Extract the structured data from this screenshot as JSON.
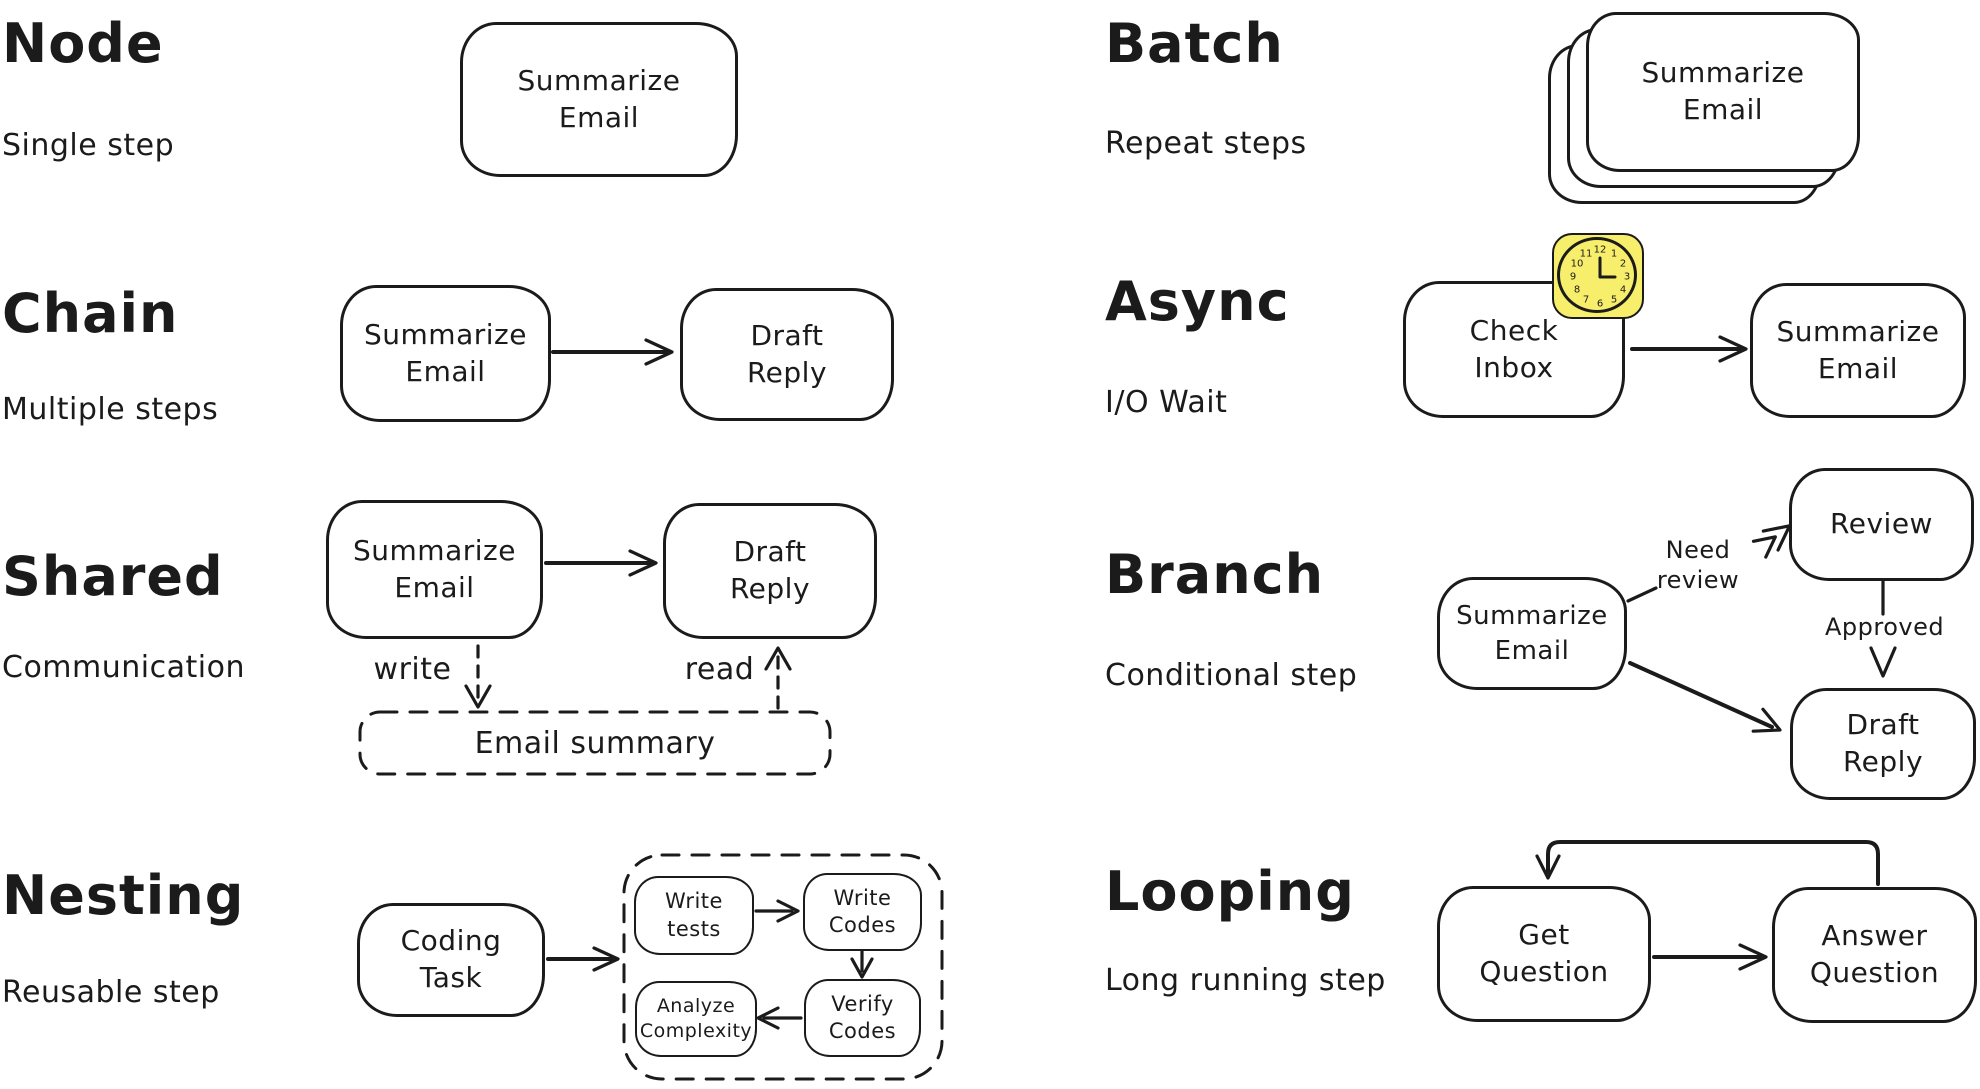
{
  "colors": {
    "background": "#ffffff",
    "ink": "#1b1b1b",
    "clock_yellow": "#f7ee6b"
  },
  "sections": {
    "node": {
      "title": "Node",
      "subtitle": "Single step",
      "boxes": {
        "summarize_email": "Summarize\nEmail"
      }
    },
    "chain": {
      "title": "Chain",
      "subtitle": "Multiple steps",
      "boxes": {
        "summarize_email": "Summarize\nEmail",
        "draft_reply": "Draft\nReply"
      }
    },
    "shared": {
      "title": "Shared",
      "subtitle": "Communication",
      "boxes": {
        "summarize_email": "Summarize\nEmail",
        "draft_reply": "Draft\nReply",
        "email_summary": "Email summary"
      },
      "labels": {
        "write": "write",
        "read": "read"
      }
    },
    "nesting": {
      "title": "Nesting",
      "subtitle": "Reusable step",
      "boxes": {
        "coding_task": "Coding\nTask",
        "write_tests": "Write\ntests",
        "write_codes": "Write\nCodes",
        "analyze_complexity": "Analyze\nComplexity",
        "verify_codes": "Verify\nCodes"
      }
    },
    "batch": {
      "title": "Batch",
      "subtitle": "Repeat steps",
      "boxes": {
        "summarize_email": "Summarize\nEmail"
      }
    },
    "async": {
      "title": "Async",
      "subtitle": "I/O Wait",
      "boxes": {
        "check_inbox": "Check\nInbox",
        "summarize_email": "Summarize\nEmail"
      },
      "clock": {
        "numbers": [
          "12",
          "1",
          "2",
          "3",
          "4",
          "5",
          "6",
          "7",
          "8",
          "9",
          "10",
          "11"
        ]
      }
    },
    "branch": {
      "title": "Branch",
      "subtitle": "Conditional step",
      "boxes": {
        "summarize_email": "Summarize\nEmail",
        "review": "Review",
        "draft_reply": "Draft\nReply"
      },
      "labels": {
        "need_review": "Need\nreview",
        "approved": "Approved"
      }
    },
    "looping": {
      "title": "Looping",
      "subtitle": "Long running step",
      "boxes": {
        "get_question": "Get\nQuestion",
        "answer_question": "Answer\nQuestion"
      }
    }
  }
}
